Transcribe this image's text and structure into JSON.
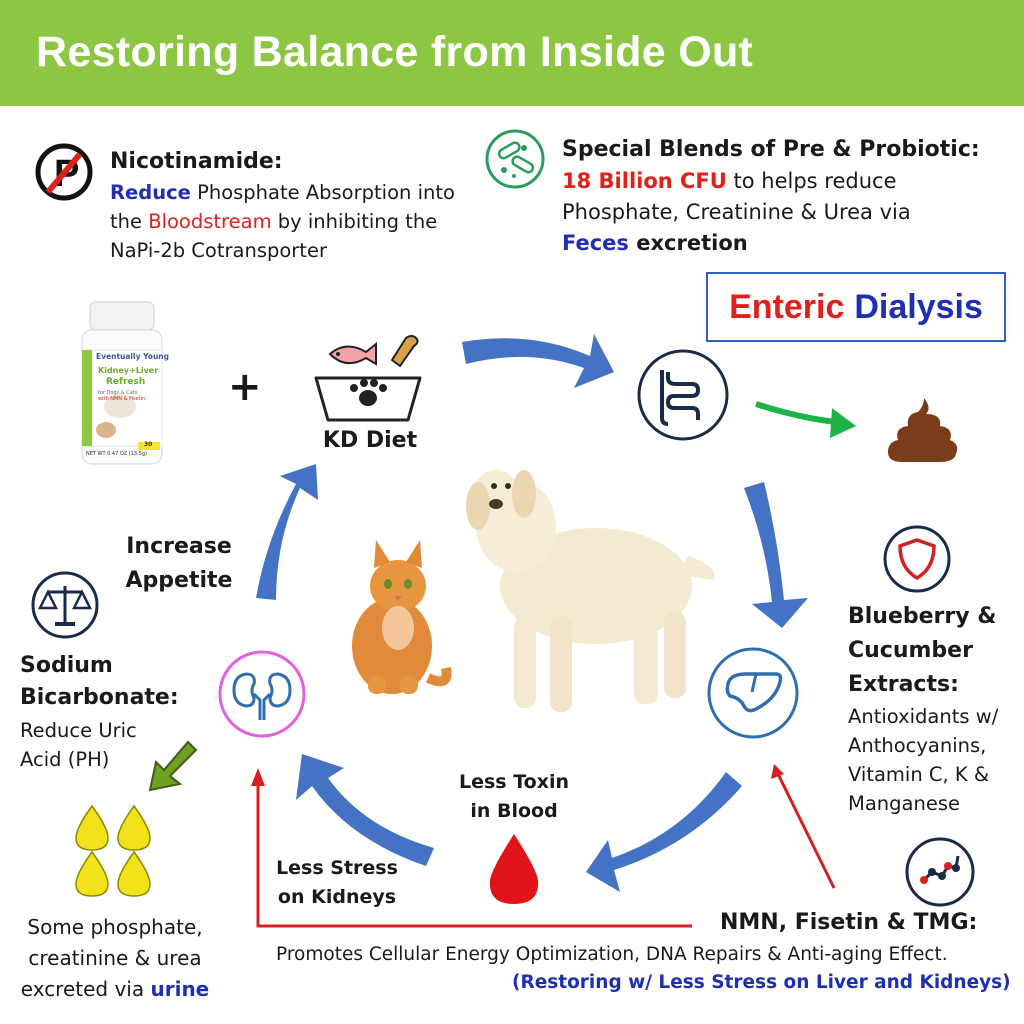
{
  "header": {
    "title": "Restoring Balance from Inside Out"
  },
  "nicotinamide": {
    "title": "Nicotinamide:",
    "line1_hl": "Reduce",
    "line1_rest": " Phosphate Absorption into",
    "line2_pre": "the ",
    "line2_hl": "Bloodstream",
    "line2_rest": " by inhibiting the",
    "line3": "NaPi-2b Cotransporter",
    "icon": "no-phosphate-icon"
  },
  "probiotic": {
    "title": "Special Blends of Pre & Probiotic:",
    "line1_hl": "18 Billion CFU",
    "line1_rest": " to helps reduce",
    "line2": "Phosphate, Creatinine & Urea via",
    "line3_hl": "Feces",
    "line3_rest": " excretion",
    "icon": "bacteria-icon"
  },
  "enteric": {
    "word1": "Enteric",
    "word2": "Dialysis"
  },
  "product": {
    "brand": "Eventually Young",
    "name1": "Kidney",
    "name_plus": "+",
    "name2": "Liver",
    "name3": "Refresh",
    "sub1": "for Dogs & Cats",
    "sub2": "with NMN & Fisetin",
    "weight": "NET WT 0.47 OZ (13.5g)",
    "count": "30"
  },
  "plus_sign": "+",
  "kd_diet": {
    "label": "KD Diet",
    "icon": "pet-food-bowl-icon"
  },
  "appetite": {
    "line1": "Increase",
    "line2": "Appetite"
  },
  "sodium": {
    "title1": "Sodium",
    "title2": "Bicarbonate:",
    "line1": "Reduce Uric",
    "line2": "Acid (PH)",
    "icon": "balance-scale-icon"
  },
  "urine": {
    "line1": "Some phosphate,",
    "line2": "creatinine & urea",
    "line3_pre": "excreted via ",
    "line3_hl": "urine"
  },
  "kidneys_stress": {
    "line1": "Less Stress",
    "line2": "on Kidneys"
  },
  "toxin": {
    "line1": "Less Toxin",
    "line2": "in Blood"
  },
  "blueberry": {
    "title1": "Blueberry &",
    "title2": "Cucumber",
    "title3": "Extracts:",
    "line1": "Antioxidants w/",
    "line2": "Anthocyanins,",
    "line3": "Vitamin C, K &",
    "line4": "Manganese",
    "icon": "shield-icon"
  },
  "nmn": {
    "title": "NMN, Fisetin & TMG:",
    "line1": "Promotes Cellular Energy Optimization, DNA Repairs & Anti-aging Effect.",
    "line2": "(Restoring w/ Less Stress on Liver and Kidneys)",
    "icon": "molecule-icon"
  },
  "colors": {
    "header_green": "#8dc642",
    "cycle_arrow_blue": "#4472c4",
    "highlight_blue": "#1f2fb3",
    "highlight_red": "#e0201b",
    "kidney_ring": "#e060e0",
    "liver_ring": "#2f6fb0"
  }
}
